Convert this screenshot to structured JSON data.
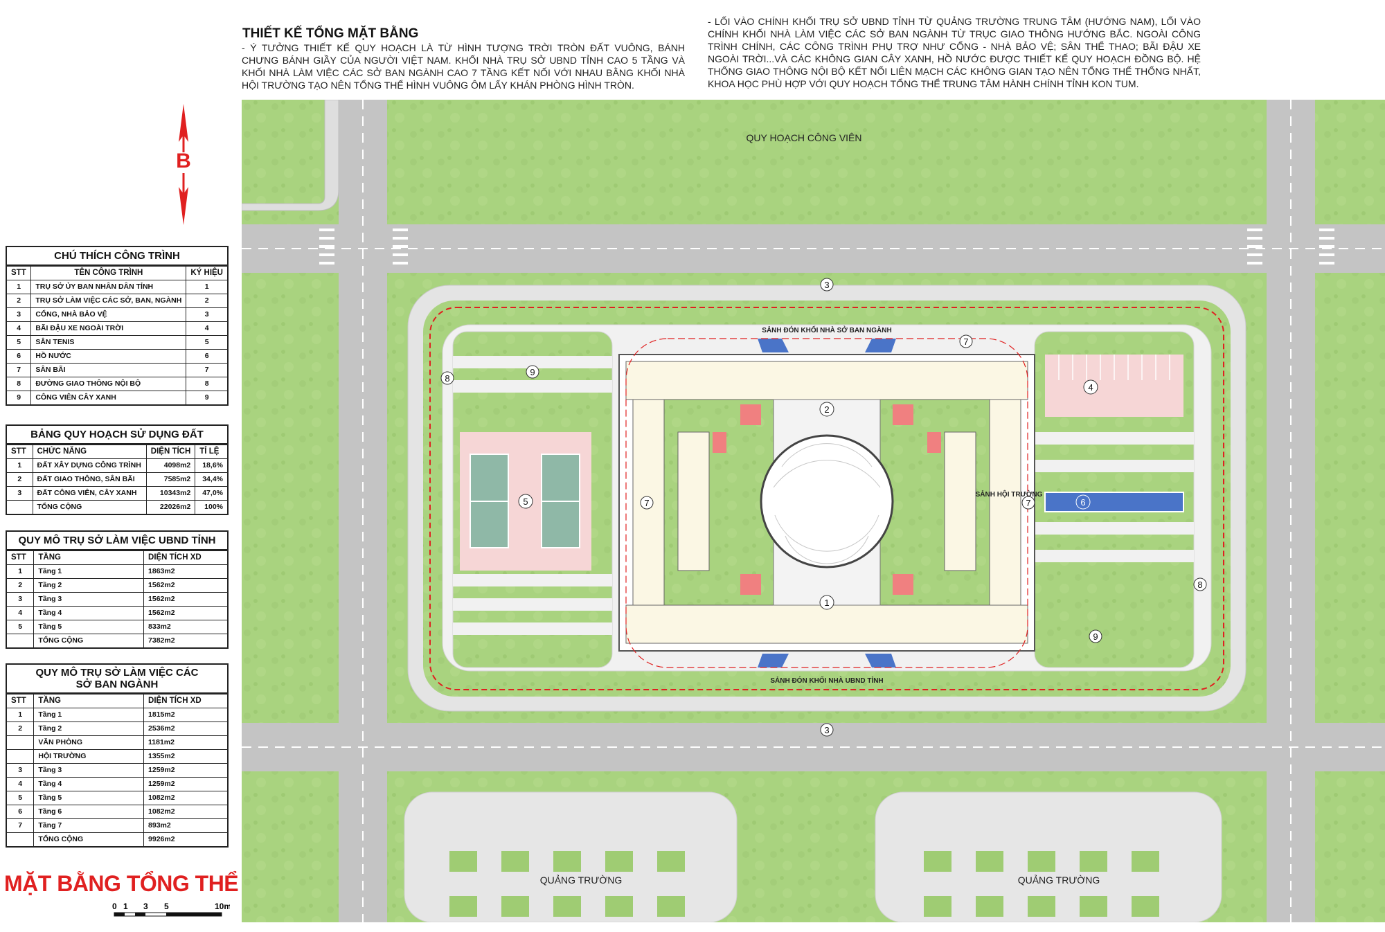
{
  "north_label": "B",
  "legend_title": "CHÚ THÍCH CÔNG TRÌNH",
  "legend_headers": [
    "STT",
    "TÊN CÔNG TRÌNH",
    "KÝ HIỆU"
  ],
  "legend_rows": [
    [
      "1",
      "TRỤ SỞ ỦY BAN NHÂN DÂN TỈNH",
      "1"
    ],
    [
      "2",
      "TRỤ SỞ LÀM VIỆC CÁC SỞ, BAN, NGÀNH",
      "2"
    ],
    [
      "3",
      "CỔNG, NHÀ BẢO VỆ",
      "3"
    ],
    [
      "4",
      "BÃI ĐẬU XE NGOÀI TRỜI",
      "4"
    ],
    [
      "5",
      "SÂN TENIS",
      "5"
    ],
    [
      "6",
      "HỒ NƯỚC",
      "6"
    ],
    [
      "7",
      "SÂN BÃI",
      "7"
    ],
    [
      "8",
      "ĐƯỜNG GIAO THÔNG NỘI BỘ",
      "8"
    ],
    [
      "9",
      "CÔNG VIÊN CÂY XANH",
      "9"
    ]
  ],
  "land_title": "BẢNG QUY HOẠCH SỬ DỤNG ĐẤT",
  "land_headers": [
    "STT",
    "CHỨC NĂNG",
    "DIỆN TÍCH",
    "TỈ LỆ"
  ],
  "land_rows": [
    [
      "1",
      "ĐẤT XÂY DỰNG CÔNG TRÌNH",
      "4098m2",
      "18,6%"
    ],
    [
      "2",
      "ĐẤT GIAO THÔNG, SÂN BÃI",
      "7585m2",
      "34,4%"
    ],
    [
      "3",
      "ĐẤT CÔNG VIÊN, CÂY XANH",
      "10343m2",
      "47,0%"
    ],
    [
      "",
      "TỔNG CỘNG",
      "22026m2",
      "100%"
    ]
  ],
  "ubnd_title": "QUY MÔ TRỤ SỞ LÀM VIỆC UBND TỈNH",
  "ubnd_headers": [
    "STT",
    "TẦNG",
    "DIỆN TÍCH XD"
  ],
  "ubnd_rows": [
    [
      "1",
      "Tầng 1",
      "1863m2"
    ],
    [
      "2",
      "Tầng 2",
      "1562m2"
    ],
    [
      "3",
      "Tầng 3",
      "1562m2"
    ],
    [
      "4",
      "Tầng 4",
      "1562m2"
    ],
    [
      "5",
      "Tầng 5",
      "833m2"
    ],
    [
      "",
      "TỔNG CỘNG",
      "7382m2"
    ]
  ],
  "so_title": "QUY MÔ TRỤ SỞ LÀM VIỆC CÁC SỞ BAN NGÀNH",
  "so_headers": [
    "STT",
    "TẦNG",
    "DIỆN TÍCH XD"
  ],
  "so_rows": [
    [
      "1",
      "Tầng 1",
      "1815m2"
    ],
    [
      "2",
      "Tầng 2",
      "2536m2"
    ],
    [
      "",
      "VĂN PHÒNG",
      "1181m2"
    ],
    [
      "",
      "HỘI TRƯỜNG",
      "1355m2"
    ],
    [
      "3",
      "Tầng 3",
      "1259m2"
    ],
    [
      "4",
      "Tầng 4",
      "1259m2"
    ],
    [
      "5",
      "Tầng 5",
      "1082m2"
    ],
    [
      "6",
      "Tầng 6",
      "1082m2"
    ],
    [
      "7",
      "Tầng 7",
      "893m2"
    ],
    [
      "",
      "TỔNG CỘNG",
      "9926m2"
    ]
  ],
  "main_title": "MẶT BẰNG TỔNG THỂ",
  "scale_labels": [
    "0",
    "1",
    "3",
    "5",
    "10m"
  ],
  "heading": "THIẾT KẾ TỔNG MẶT BẰNG",
  "desc_left": "- Ý TƯỞNG THIẾT KẾ QUY HOẠCH LÀ TỪ HÌNH TƯỢNG TRỜI TRÒN ĐẤT VUÔNG, BÁNH CHƯNG BÁNH GIẦY CỦA NGƯỜI VIỆT NAM. KHỐI NHÀ TRỤ SỞ UBND TỈNH CAO 5 TẦNG VÀ KHỐI NHÀ LÀM VIỆC CÁC SỞ BAN NGÀNH CAO 7 TẦNG KẾT NỐI VỚI NHAU BẰNG KHỐI NHÀ HỘI TRƯỜNG TẠO NÊN TỔNG THỂ HÌNH VUÔNG ÔM LẤY KHÁN PHÒNG HÌNH TRÒN.",
  "desc_right": "- LỐI VÀO CHÍNH KHỐI TRỤ SỞ UBND TỈNH TỪ QUẢNG TRƯỜNG TRUNG TÂM (HƯỚNG NAM), LỐI VÀO CHÍNH KHỐI NHÀ LÀM VIỆC CÁC SỞ BAN NGÀNH TỪ TRỤC GIAO THÔNG HƯỚNG BẮC. NGOÀI CÔNG TRÌNH CHÍNH, CÁC CÔNG TRÌNH PHỤ TRỢ NHƯ CỔNG - NHÀ BẢO VỆ; SÂN THỂ THAO; BÃI ĐẬU XE NGOÀI TRỜI...VÀ CÁC KHÔNG GIAN CÂY XANH, HỒ NƯỚC ĐƯỢC THIẾT KẾ QUY HOẠCH ĐỒNG BỘ. HỆ THỐNG GIAO THÔNG NỘI BỘ KẾT NỐI LIÊN MẠCH CÁC KHÔNG GIAN TẠO NÊN TỔNG THỂ THỐNG NHẤT, KHOA HỌC PHÙ HỢP VỚI QUY HOẠCH TỔNG THỂ TRUNG TÂM HÀNH CHÍNH TỈNH KON TUM.",
  "plan": {
    "park_label": "QUY HOẠCH CÔNG VIÊN",
    "plaza_left": "QUẢNG TRƯỜNG",
    "plaza_right": "QUẢNG TRƯỜNG",
    "north_lobby": "SẢNH ĐÓN KHỐI NHÀ SỞ BAN NGÀNH",
    "south_lobby": "SẢNH ĐÓN KHỐI NHÀ UBND TỈNH",
    "hall_lobby": "SẢNH HỘI TRƯỜNG",
    "symbols": [
      "1",
      "2",
      "3",
      "3",
      "4",
      "5",
      "6",
      "7",
      "7",
      "7",
      "8",
      "8",
      "9",
      "9"
    ]
  },
  "colors": {
    "grass": "#a9d37f",
    "grass_dark": "#8fc166",
    "road": "#c4c4c4",
    "paving": "#eeeeee",
    "boundary": "#e02020",
    "tennis": "#f6d6d6",
    "water": "#4a74c8",
    "title_red": "#e02020"
  }
}
